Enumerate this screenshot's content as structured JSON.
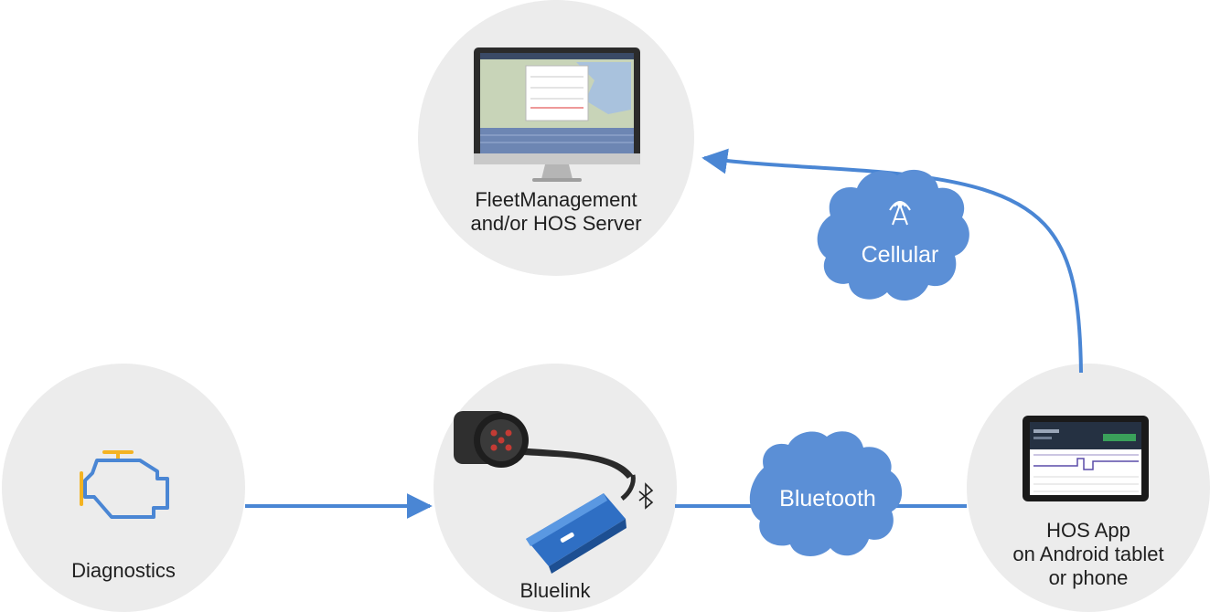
{
  "nodes": {
    "server": {
      "label_line1": "FleetManagement",
      "label_line2": "and/or HOS Server",
      "icon": "desktop-monitor-icon"
    },
    "diagnostics": {
      "label": "Diagnostics",
      "icon": "engine-icon"
    },
    "bluelink": {
      "label": "Bluelink",
      "icon": "obd-adapter-icon"
    },
    "hos_app": {
      "label_line1": "HOS App",
      "label_line2": "on Android tablet",
      "label_line3": "or phone",
      "icon": "tablet-icon"
    }
  },
  "links": {
    "cellular": {
      "label": "Cellular",
      "icon": "cell-tower-icon"
    },
    "bluetooth": {
      "label": "Bluetooth",
      "icon": "bluetooth-icon"
    }
  },
  "colors": {
    "accent": "#4a86d4",
    "cloud": "#5b8fd6",
    "node_bg": "#ececec",
    "engine_accent": "#f4b322"
  }
}
